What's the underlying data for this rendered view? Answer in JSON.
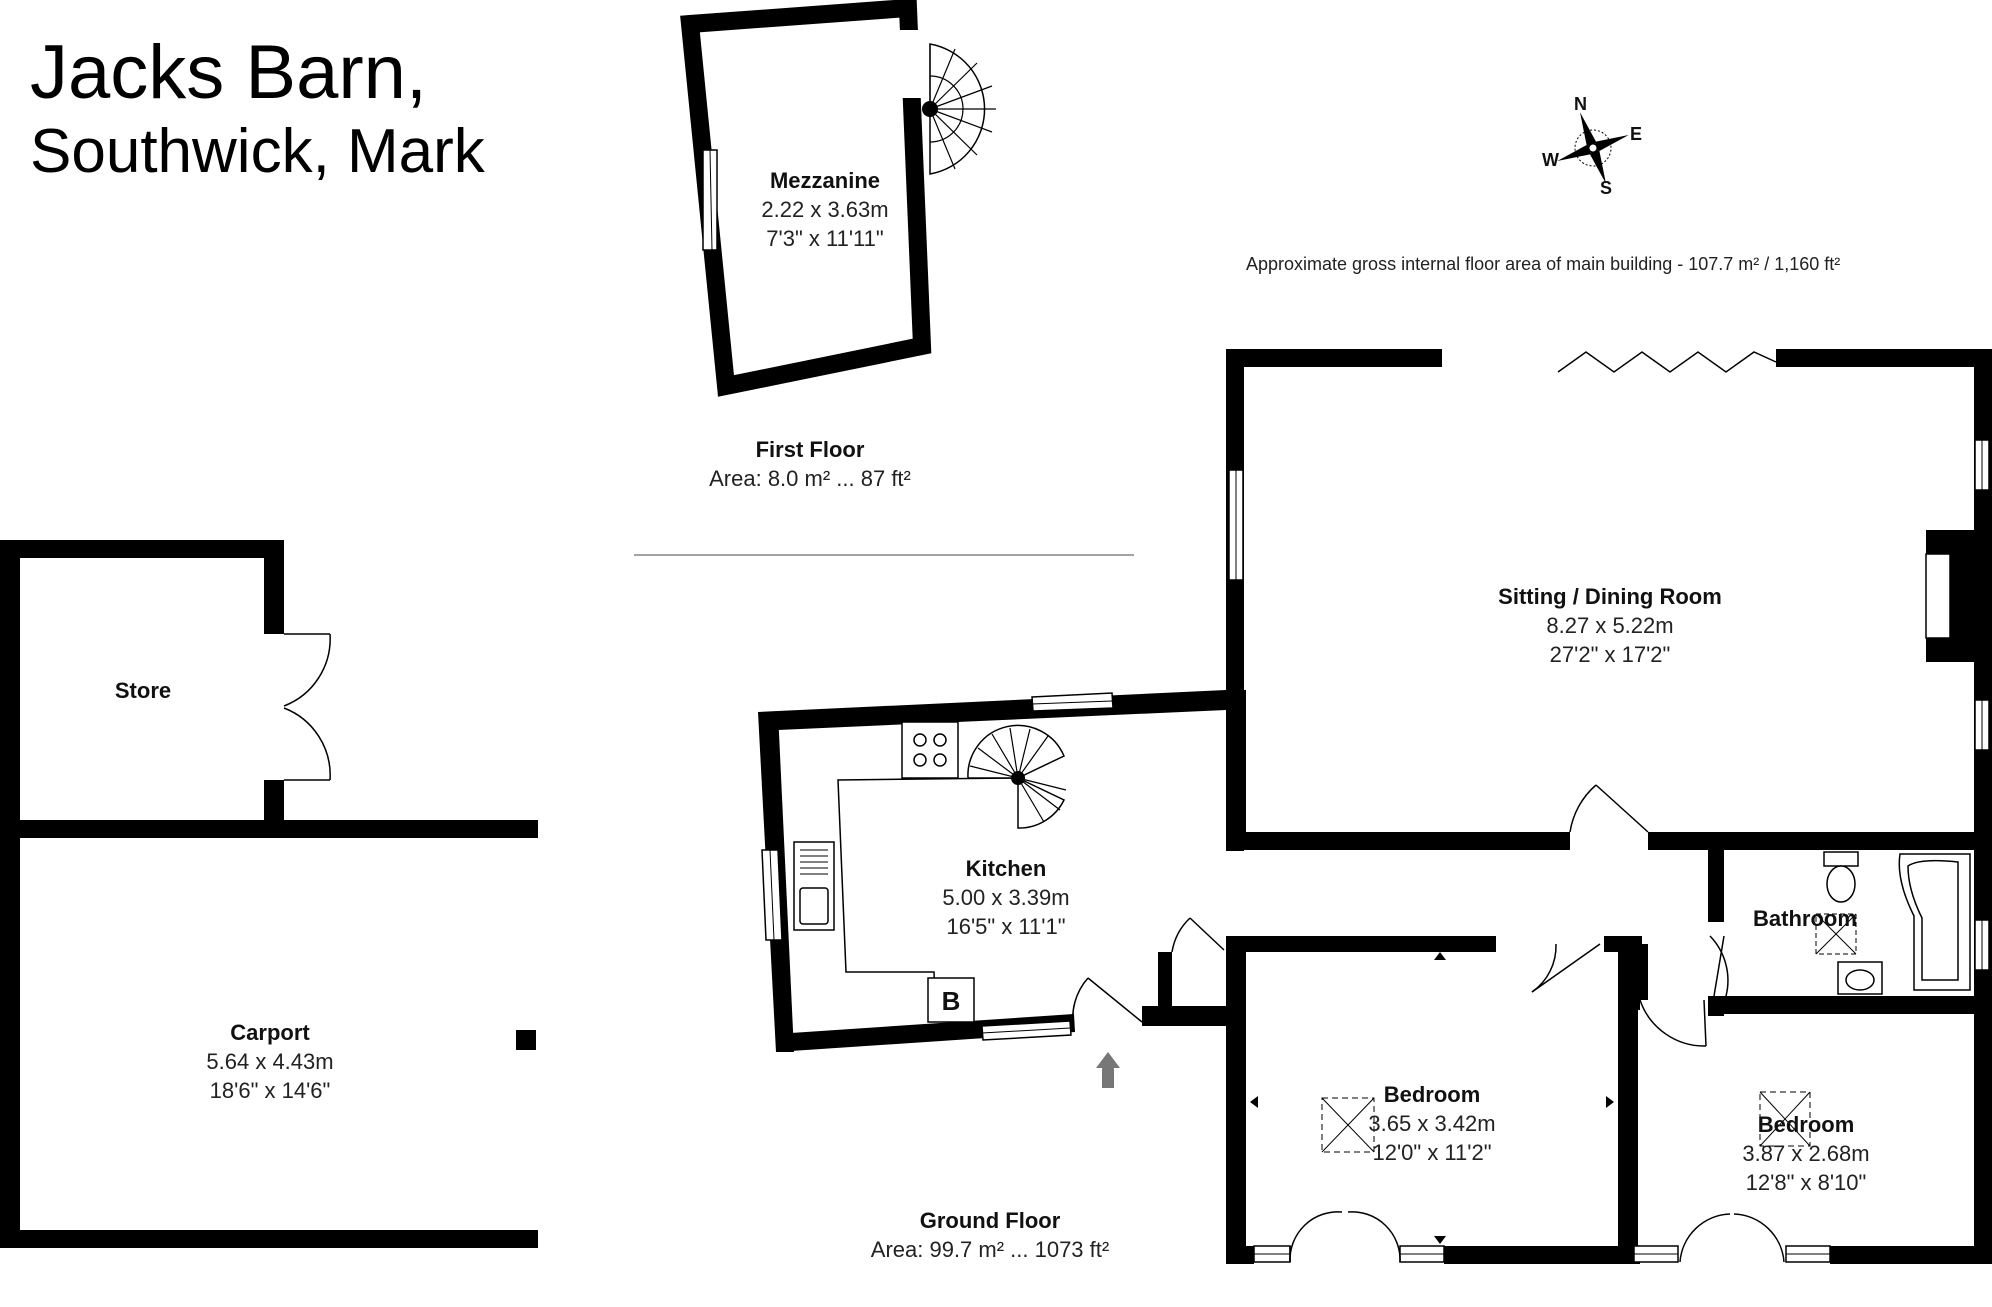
{
  "title": {
    "line1": "Jacks Barn,",
    "line2": "Southwick, Mark"
  },
  "gross_area": {
    "label": "Approximate gross internal floor area of main building  -  107.7 m² /  1,160 ft²"
  },
  "compass": {
    "n": "N",
    "e": "E",
    "s": "S",
    "w": "W"
  },
  "rooms": {
    "mezzanine": {
      "name": "Mezzanine",
      "metric": "2.22 x 3.63m",
      "imperial": "7'3\" x 11'11\""
    },
    "sitting": {
      "name": "Sitting / Dining Room",
      "metric": "8.27 x 5.22m",
      "imperial": "27'2\" x 17'2\""
    },
    "store": {
      "name": "Store"
    },
    "kitchen": {
      "name": "Kitchen",
      "metric": "5.00 x 3.39m",
      "imperial": "16'5\" x 11'1\""
    },
    "bathroom": {
      "name": "Bathroom"
    },
    "carport": {
      "name": "Carport",
      "metric": "5.64 x 4.43m",
      "imperial": "18'6\" x 14'6\""
    },
    "bedroom1": {
      "name": "Bedroom",
      "metric": "3.65 x 3.42m",
      "imperial": "12'0\" x 11'2\""
    },
    "bedroom2": {
      "name": "Bedroom",
      "metric": "3.87 x 2.68m",
      "imperial": "12'8\" x 8'10\""
    }
  },
  "floors": {
    "first": {
      "name": "First Floor",
      "area": "Area: 8.0 m² ... 87 ft²"
    },
    "ground": {
      "name": "Ground Floor",
      "area": "Area: 99.7 m² ... 1073 ft²"
    }
  },
  "boiler": {
    "label": "B"
  }
}
